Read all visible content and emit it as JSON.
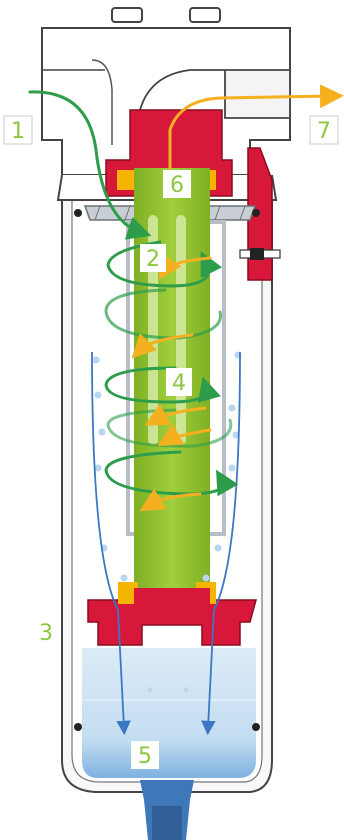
{
  "labels": {
    "inlet": "1",
    "distributor": "2",
    "housing": "3",
    "element": "4",
    "sump": "5",
    "core": "6",
    "outlet": "7"
  },
  "colors": {
    "housing_stroke": "#444444",
    "housing_fill": "#f7f7f7",
    "head_fill": "#ffffff",
    "seal_red": "#d8183a",
    "seal_yellow": "#f4b400",
    "core_green": "#8bbf2b",
    "core_light": "#c7e08e",
    "cage_grey": "#b7bec6",
    "inlet_flow": "#2e9d4b",
    "outlet_flow": "#f5b020",
    "drain_flow": "#3a78c4",
    "water": "#b6d6ee",
    "water_dark": "#6fa8db",
    "drain_port": "#3f78b8",
    "label_green": "#8dc63f"
  }
}
